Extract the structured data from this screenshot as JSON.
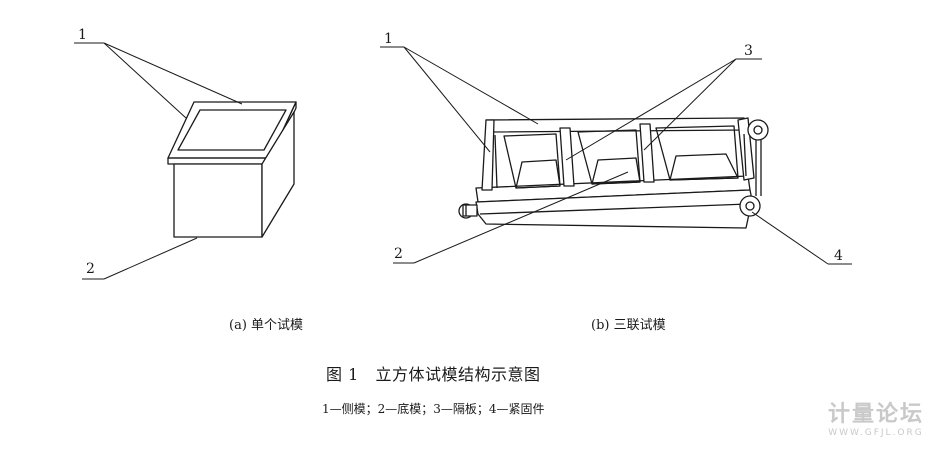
{
  "figure": {
    "callouts_a": {
      "one": "1",
      "two": "2"
    },
    "callouts_b": {
      "one": "1",
      "two": "2",
      "three": "3",
      "four": "4"
    },
    "caption_a": "(a) 单个试模",
    "caption_b": "(b) 三联试模",
    "title": "图 1   立方体试模结构示意图",
    "legend": "1—侧模；2—底模；3—隔板；4—紧固件"
  },
  "watermark": {
    "text": "计量论坛",
    "url": "WWW.GFJL.ORG"
  }
}
